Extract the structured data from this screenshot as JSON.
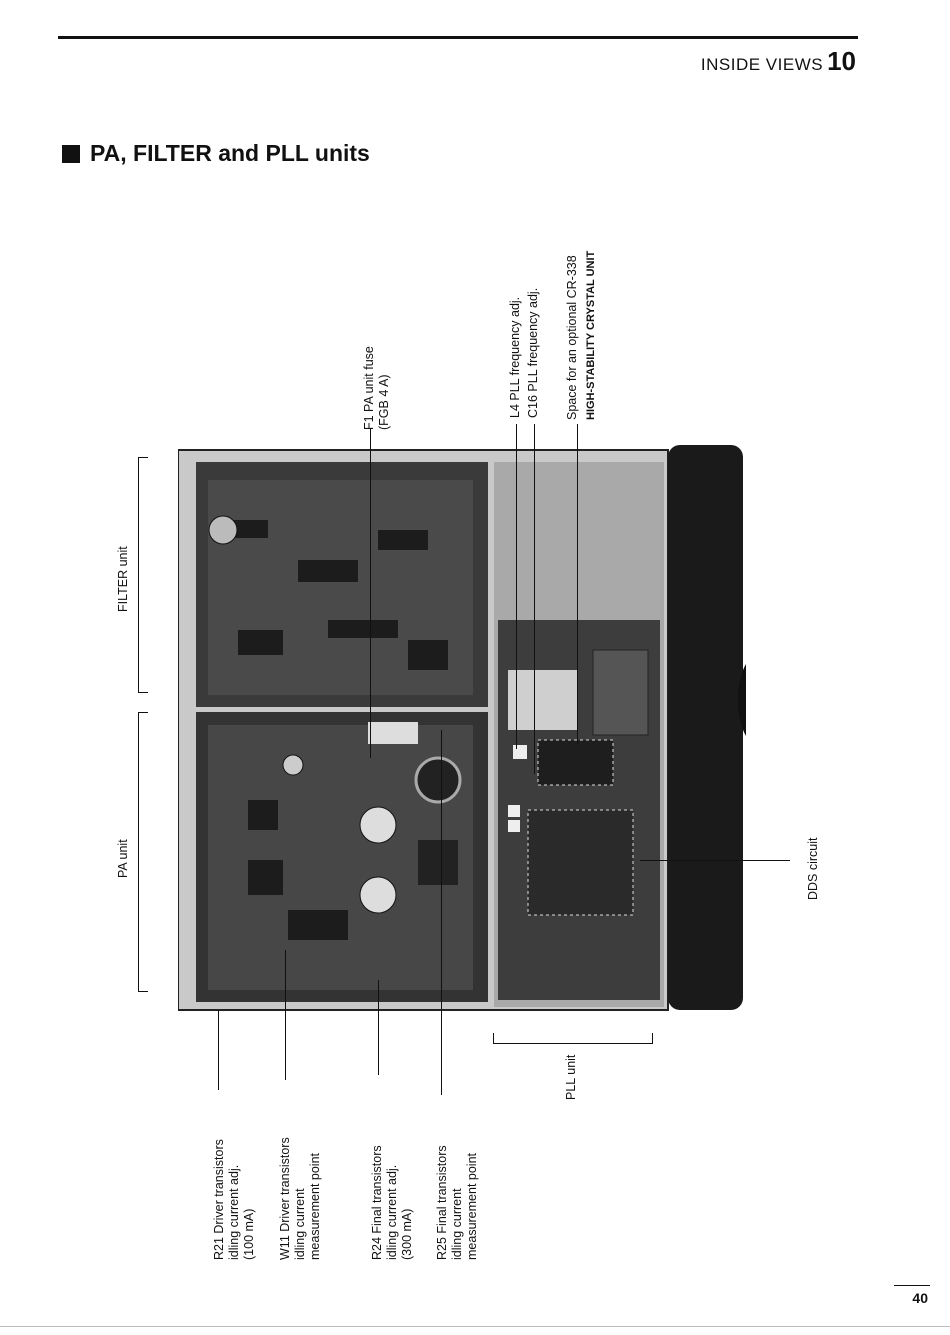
{
  "header": {
    "section_title": "INSIDE VIEWS",
    "section_number": "10"
  },
  "heading": {
    "title": "PA, FILTER and PLL units"
  },
  "units": {
    "filter": "FILTER unit",
    "pa": "PA unit",
    "pll": "PLL unit"
  },
  "top_labels": {
    "f1": [
      "F1  PA unit fuse",
      "(FGB 4 A)"
    ],
    "l4": "L4   PLL frequency adj.",
    "c16": "C16  PLL frequency adj.",
    "space": "Space for an optional CR-338",
    "hsu": "HIGH-STABILITY CRYSTAL UNIT"
  },
  "dds": "DDS circuit",
  "bottom_labels": {
    "r21": [
      "R21  Driver transistors",
      "idling current adj.",
      "(100 mA)"
    ],
    "w11": [
      "W11  Driver transistors",
      "idling current",
      "measurement point"
    ],
    "r24": [
      "R24  Final transistors",
      "idling current adj.",
      "(300 mA)"
    ],
    "r25": [
      "R25 Final transistors",
      "idling current",
      "measurement point"
    ]
  },
  "page_number": "40",
  "colors": {
    "ink": "#111111",
    "board": "#2a2a2a",
    "chassis": "#bdbdbd"
  }
}
